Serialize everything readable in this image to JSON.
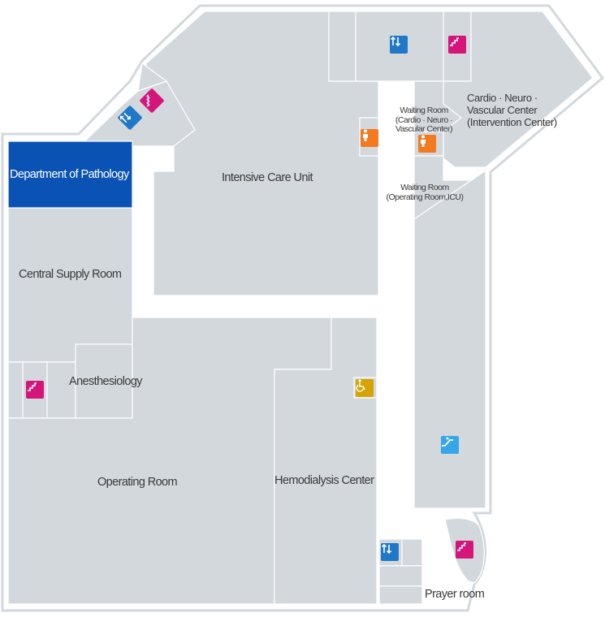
{
  "colors": {
    "room_fill": "#d3d8dd",
    "room_line": "#ffffff",
    "building_outline": "#d3d8dd",
    "highlight": "#0a53b4",
    "highlight_text": "#ffffff",
    "label_text": "#3a3a3a",
    "elevator": "#1f78c8",
    "stairs": "#d6157b",
    "restroom": "#f47a1f",
    "accessible": "#d6a400",
    "escalator": "#35a6e8"
  },
  "rooms": {
    "department_of_pathology": "Department of Pathology",
    "central_supply_room": "Central Supply Room",
    "anesthesiology": "Anesthesiology",
    "operating_room": "Operating Room",
    "hemodialysis_center": "Hemodialysis Center",
    "intensive_care_unit": "Intensive Care Unit",
    "prayer_room": "Prayer room",
    "cardio_neuro_vascular_center": [
      "Cardio · Neuro ·",
      "Vascular Center",
      "(Intervention Center)"
    ],
    "waiting_room_cardio": [
      "Waiting Room",
      "(Cardio · Neuro ·",
      "Vascular Center)"
    ],
    "waiting_room_operating": [
      "Waiting Room",
      "(Operating Room,ICU)"
    ]
  },
  "icons": {
    "elevator": "elevator-icon",
    "stairs": "stairs-icon",
    "restroom": "restroom-icon",
    "accessible": "wheelchair-accessible-icon",
    "escalator": "escalator-icon"
  }
}
